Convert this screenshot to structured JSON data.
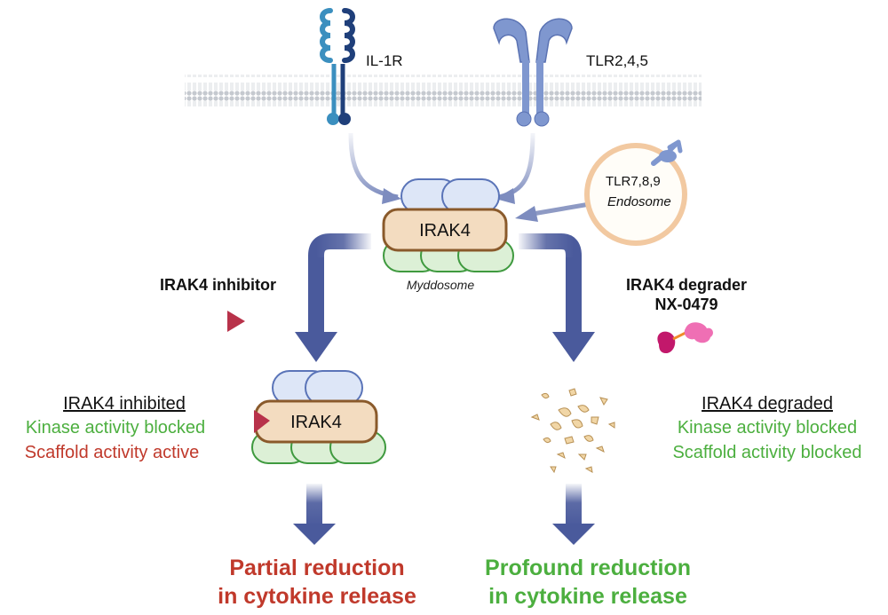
{
  "receptors": {
    "il1r": "IL-1R",
    "tlr": "TLR2,4,5",
    "endosome_tlr": "TLR7,8,9",
    "endosome_label": "Endosome"
  },
  "myddosome": {
    "kinase_label": "IRAK4",
    "label": "Myddosome"
  },
  "left_branch": {
    "treatment": "IRAK4 inhibitor",
    "complex_label": "IRAK4",
    "state_title": "IRAK4 inhibited",
    "state_line1": "Kinase activity blocked",
    "state_line2": "Scaffold activity active",
    "outcome_line1": "Partial reduction",
    "outcome_line2": "in cytokine release"
  },
  "right_branch": {
    "treatment_line1": "IRAK4 degrader",
    "treatment_line2": "NX-0479",
    "state_title": "IRAK4 degraded",
    "state_line1": "Kinase activity blocked",
    "state_line2": "Scaffold activity blocked",
    "outcome_line1": "Profound reduction",
    "outcome_line2": "in cytokine release"
  },
  "colors": {
    "arrow": "#4a5a9c",
    "kinase_fill": "#f3dcc0",
    "kinase_stroke": "#8a5a2b",
    "adaptor_top": "#dde6f7",
    "adaptor_bottom": "#dcf0d6",
    "inhibitor": "#b8324a",
    "degrader": "#c2186b",
    "green_text": "#4caf3f",
    "red_text": "#c0392b"
  }
}
